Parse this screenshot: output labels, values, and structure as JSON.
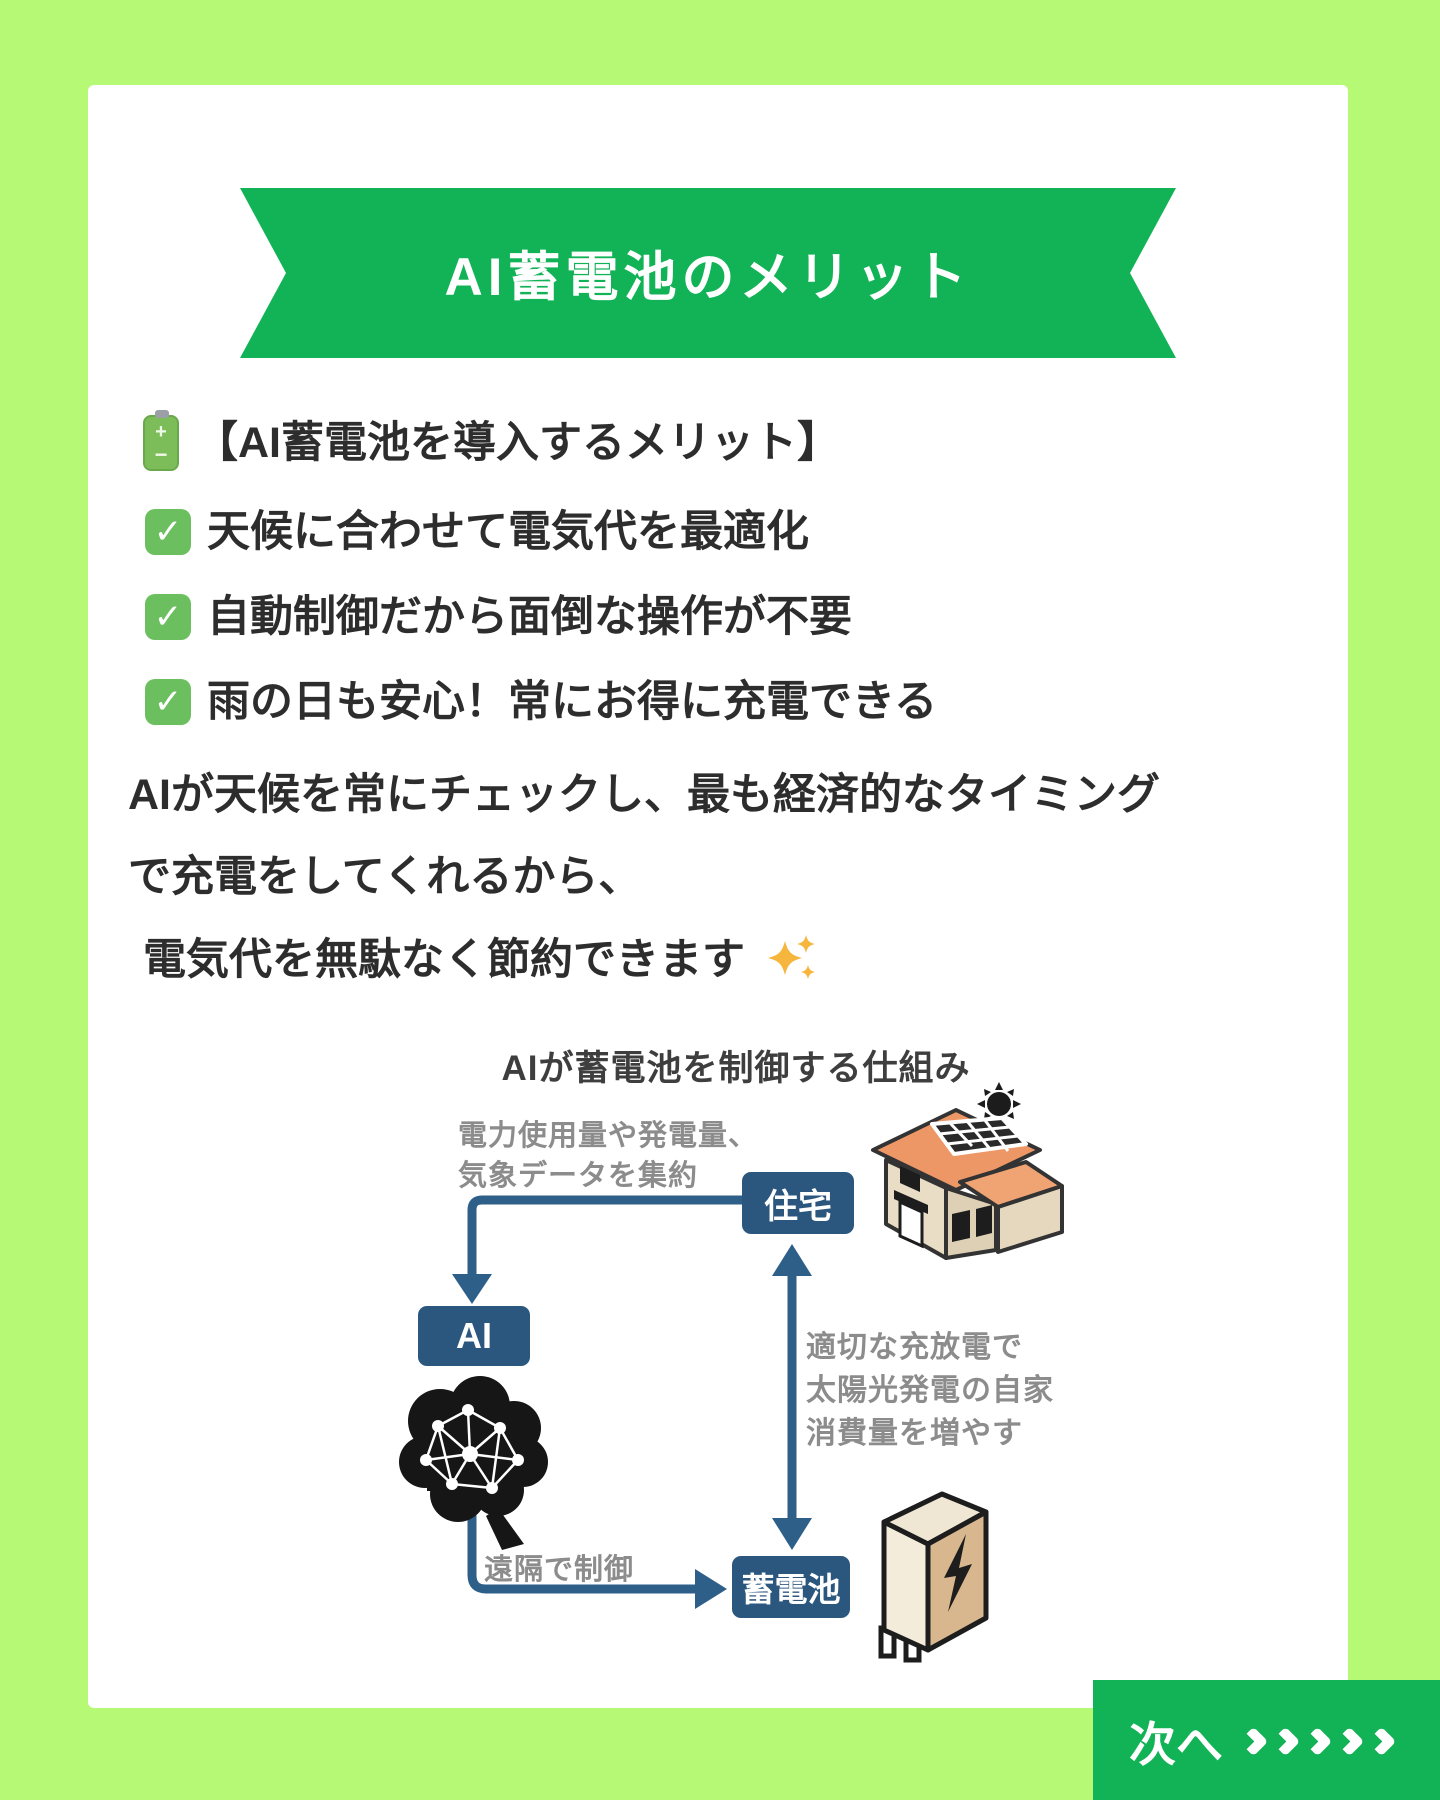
{
  "colors": {
    "accent": "#12b357",
    "lime": "#b6f974",
    "navy": "#2b567e",
    "arrow": "#2d5f88",
    "gray": "#8c8c8c",
    "text": "#2d2d2d",
    "check": "#6cbf5f",
    "orange": "#f6b53c"
  },
  "ribbon": {
    "title": "AI蓄電池のメリット"
  },
  "intro": {
    "heading": "【AI蓄電池を導入するメリット】"
  },
  "checklist": [
    "天候に合わせて電気代を最適化",
    "自動制御だから面倒な操作が不要",
    "雨の日も安心！常にお得に充電できる"
  ],
  "paragraph": {
    "lines": [
      "AIが天候を常にチェックし、最も経済的なタイミング",
      "で充電をしてくれるから、",
      "電気代を無駄なく節約できます"
    ]
  },
  "diagram": {
    "title": "AIが蓄電池を制御する仕組み",
    "nodes": {
      "house": "住宅",
      "ai": "AI",
      "battery": "蓄電池"
    },
    "collect_lines": [
      "電力使用量や発電量、",
      "気象データを集約"
    ],
    "remote_label": "遠隔で制御",
    "charge_lines": [
      "適切な充放電で",
      "太陽光発電の自家",
      "消費量を増やす"
    ]
  },
  "next_button": {
    "label": "次へ",
    "chevron_count": 5
  }
}
